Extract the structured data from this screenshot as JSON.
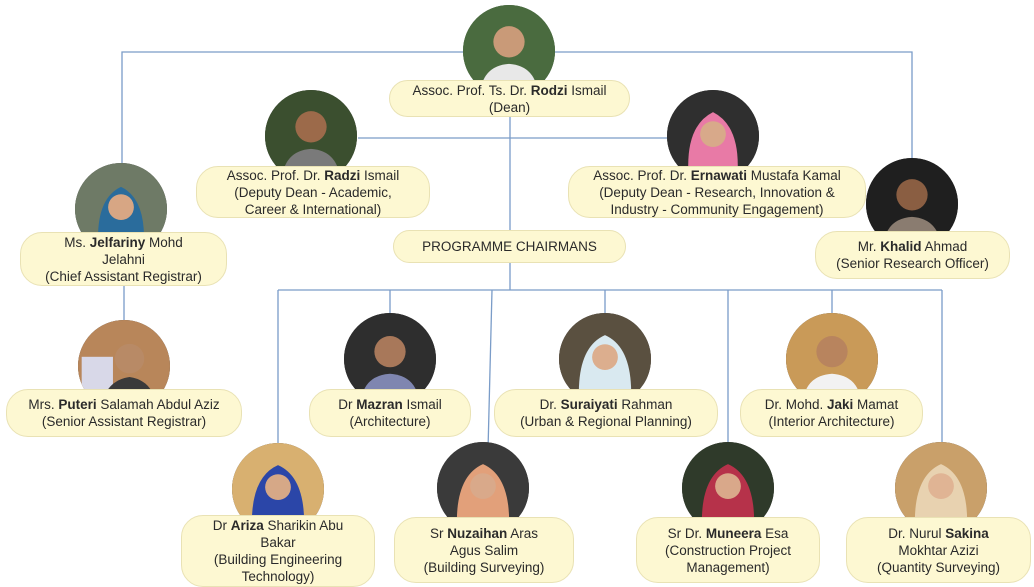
{
  "nodes": {
    "dean": {
      "pre": "Assoc. Prof. Ts. Dr. ",
      "bold": "Rodzi",
      "post": " Ismail",
      "role": "(Dean)"
    },
    "dd_academic": {
      "pre": "Assoc. Prof. Dr. ",
      "bold": "Radzi",
      "post": " Ismail",
      "role1": "(Deputy Dean - Academic,",
      "role2": "Career & International)"
    },
    "dd_research": {
      "pre": "Assoc. Prof. Dr. ",
      "bold": "Ernawati",
      "post": " Mustafa Kamal",
      "role1": "(Deputy Dean - Research, Innovation &",
      "role2": "Industry - Community Engagement)"
    },
    "chief_registrar": {
      "pre": "Ms. ",
      "bold": "Jelfariny",
      "post": " Mohd",
      "line2": "Jelahni",
      "role": "(Chief Assistant Registrar)"
    },
    "research_officer": {
      "pre": "Mr. ",
      "bold": "Khalid",
      "post": " Ahmad",
      "role": "(Senior Research Officer)"
    },
    "programme_chairmans": {
      "label": "PROGRAMME CHAIRMANS"
    },
    "senior_registrar": {
      "pre": "Mrs. ",
      "bold": "Puteri",
      "post": " Salamah Abdul Aziz",
      "role": "(Senior Assistant Registrar)"
    },
    "architecture": {
      "pre": "Dr ",
      "bold": "Mazran",
      "post": " Ismail",
      "role": "(Architecture)"
    },
    "urban_planning": {
      "pre": "Dr. ",
      "bold": "Suraiyati",
      "post": " Rahman",
      "role": "(Urban & Regional Planning)"
    },
    "interior": {
      "pre": "Dr. Mohd. ",
      "bold": "Jaki",
      "post": " Mamat",
      "role": "(Interior Architecture)"
    },
    "building_eng": {
      "pre": "Dr ",
      "bold": "Ariza",
      "post": " Sharikin Abu",
      "line2": "Bakar",
      "role1": "(Building Engineering",
      "role2": "Technology)"
    },
    "building_surveying": {
      "pre": "Sr ",
      "bold": "Nuzaihan",
      "post": " Aras",
      "line2": "Agus Salim",
      "role": "(Building Surveying)"
    },
    "construction_pm": {
      "pre": "Sr Dr. ",
      "bold": "Muneera",
      "post": " Esa",
      "role1": "(Construction Project",
      "role2": "Management)"
    },
    "quantity_surveying": {
      "pre": "Dr. Nurul ",
      "bold": "Sakina",
      "post": "",
      "line2": "Mokhtar Azizi",
      "role": "(Quantity Surveying)"
    }
  },
  "colors": {
    "card_fill": "#fdf8d2",
    "connector": "#7a9cc8"
  },
  "icons": [
    "person-photo-icon"
  ]
}
